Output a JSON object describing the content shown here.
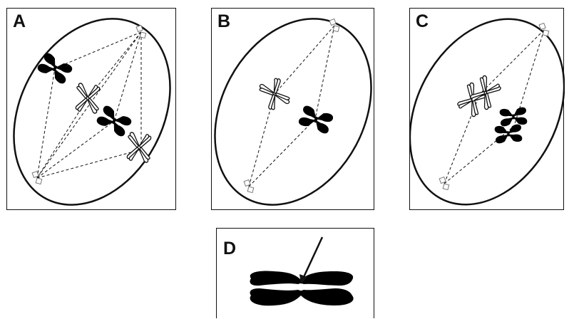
{
  "panels": {
    "a": {
      "label": "A"
    },
    "b": {
      "label": "B"
    },
    "c": {
      "label": "C"
    },
    "d": {
      "label": "D"
    }
  },
  "colors": {
    "line": "#111111",
    "fill_dark": "#000000",
    "fill_light": "#ffffff"
  }
}
